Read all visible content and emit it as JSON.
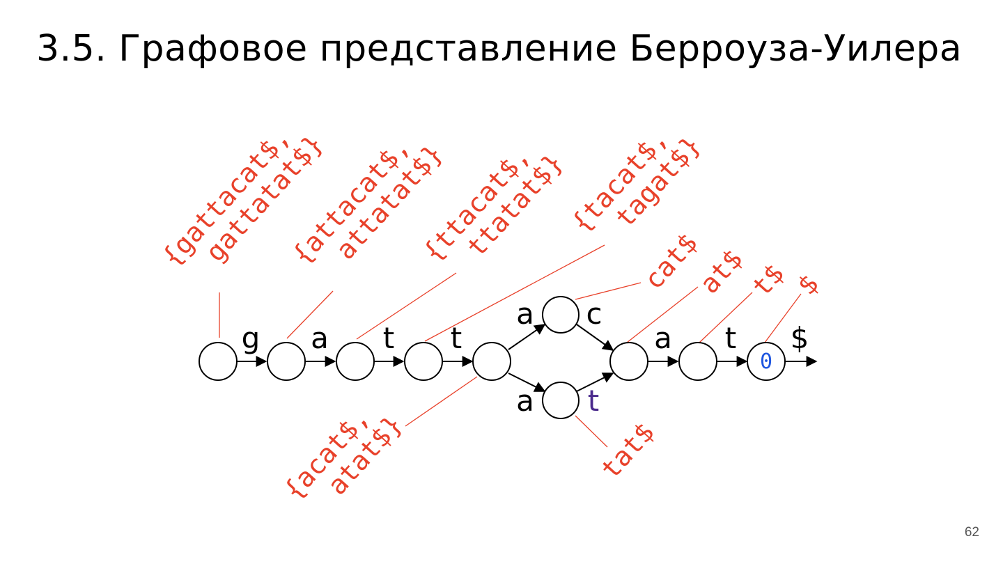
{
  "slide": {
    "title": "3.5. Графовое представление Берроуза-Уилера",
    "page_number": "62"
  },
  "graph": {
    "edge_labels": {
      "e1": "g",
      "e2": "a",
      "e3": "t",
      "e4": "t",
      "e5_upper": "a",
      "e5_lower": "a",
      "e6_upper": "c",
      "e6_lower": "t",
      "e7": "a",
      "e8": "t",
      "e9": "$"
    },
    "node_labels": {
      "sink": "0"
    },
    "annotations": {
      "n0": [
        "{gattacat$,",
        "gattatat$}"
      ],
      "n1": [
        "{attacat$,",
        "attatat$}"
      ],
      "n2": [
        "{ttacat$,",
        "ttatat$}"
      ],
      "n3": [
        "{tacat$,",
        "tagat$}"
      ],
      "n4": [
        "{acat$,",
        "atat$}"
      ],
      "nu": "cat$",
      "nl": "tat$",
      "n5": "at$",
      "n6": "t$",
      "n7": "$"
    },
    "colors": {
      "annotation": "#e8412a",
      "sink_label": "#1f56e0",
      "edge_t_lower": "#4a2a8c"
    }
  }
}
